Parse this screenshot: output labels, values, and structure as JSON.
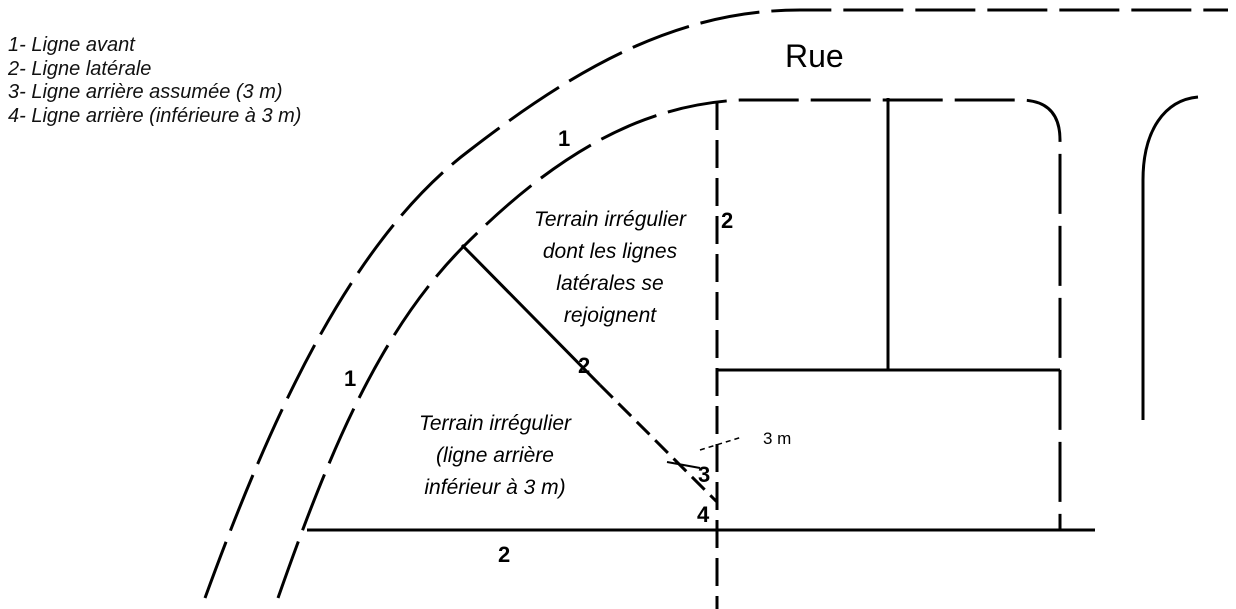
{
  "legend": {
    "items": [
      "1- Ligne avant",
      "2- Ligne latérale",
      "3- Ligne arrière assumée (3 m)",
      "4- Ligne arrière (inférieure à 3 m)"
    ]
  },
  "street_label": "Rue",
  "terrain_upper": [
    "Terrain irrégulier",
    "dont les lignes",
    "latérales se",
    "rejoignent"
  ],
  "terrain_lower": [
    "Terrain irrégulier",
    "(ligne arrière",
    "inférieur à 3 m)"
  ],
  "dimension_label": "3 m",
  "line_labels": {
    "front_top": "1",
    "front_left": "1",
    "side_vertical": "2",
    "side_diagonal": "2",
    "side_bottom": "2",
    "assumed_rear": "3",
    "rear": "4"
  }
}
